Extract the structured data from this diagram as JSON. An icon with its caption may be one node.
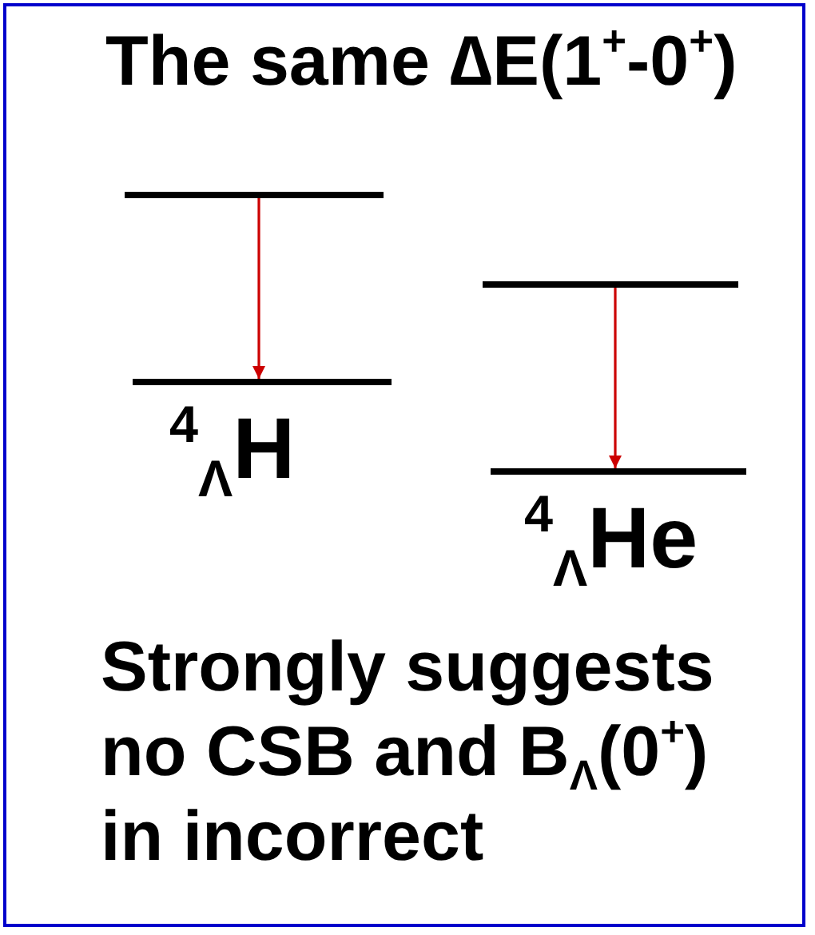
{
  "diagram": {
    "title": "The same ∆E(1$^{+}$-0$^{+}$)",
    "nodes": [
      {
        "text": [],
        "shape": "bar"
      },
      {
        "text": [],
        "shape": "bar"
      },
      {
        "text": [],
        "shape": "bar"
      },
      {
        "text": [],
        "shape": "bar"
      }
    ],
    "edges": [
      {
        "from": 0,
        "to": 2,
        "arrow": "to",
        "color": "#cc0000"
      },
      {
        "from": 1,
        "to": 3,
        "arrow": "to",
        "color": "#cc0000"
      }
    ],
    "labels": [
      "$^{4}$$_{Λ}$H",
      "$^{4}$$_{Λ}$He"
    ],
    "caption": "Strongly suggests no CSB and B$_{Λ}$(0$^{+}$) in incorrect"
  }
}
